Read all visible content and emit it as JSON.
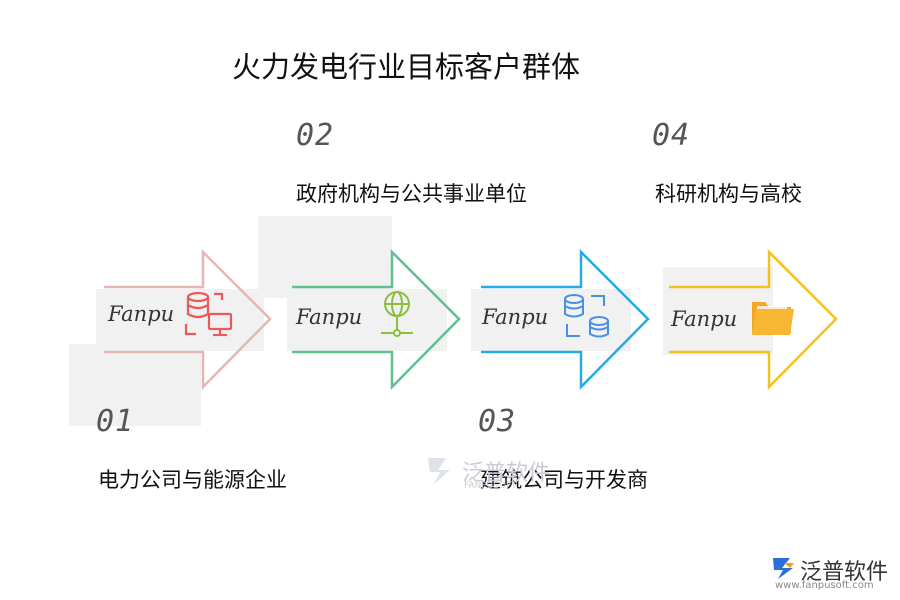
{
  "title": "火力发电行业目标客户群体",
  "colors": {
    "step1": "#e2b8b5",
    "step2": "#5fc18e",
    "step3": "#29a9e6",
    "step4": "#f4c21e",
    "icon1": "#ea5a5a",
    "icon2": "#8cbf3f",
    "icon3": "#4a90e2",
    "icon4": "#f5a623"
  },
  "steps": [
    {
      "number": "01",
      "label": "电力公司与能源企业",
      "tag": "Fanpu",
      "icon": "database-monitor-icon"
    },
    {
      "number": "02",
      "label": "政府机构与公共事业单位",
      "tag": "Fanpu",
      "icon": "globe-network-icon"
    },
    {
      "number": "03",
      "label": "建筑公司与开发商",
      "tag": "Fanpu",
      "icon": "database-sync-icon"
    },
    {
      "number": "04",
      "label": "科研机构与高校",
      "tag": "Fanpu",
      "icon": "folder-icon"
    }
  ],
  "watermark": {
    "text": "泛普软件",
    "sub": "FANPUSOFT"
  },
  "brand": {
    "name": "泛普软件",
    "url": "www.fanpusoft.com"
  }
}
